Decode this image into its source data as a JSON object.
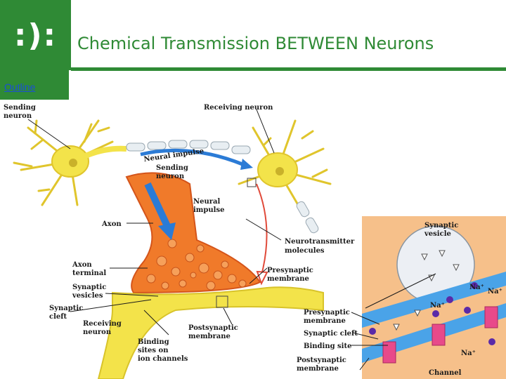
{
  "header": {
    "logo_text": ":):",
    "title": "Chemical Transmission BETWEEN Neurons",
    "outline_link": "Outline"
  },
  "labels": {
    "sending_neuron": [
      "Sending",
      "neuron"
    ],
    "receiving_neuron": "Receiving neuron",
    "neural_impulse": "Neural impulse",
    "sending_neuron_inner": [
      "Sending",
      "neuron"
    ],
    "neural_impulse_inner": [
      "Neural",
      "impulse"
    ],
    "axon": "Axon",
    "neurotransmitter": [
      "Neurotransmitter",
      "molecules"
    ],
    "axon_terminal": [
      "Axon",
      "terminal"
    ],
    "presynaptic_membrane": [
      "Presynaptic",
      "membrane"
    ],
    "synaptic_vesicles": [
      "Synaptic",
      "vesicles"
    ],
    "synaptic_cleft": [
      "Synaptic",
      "cleft"
    ],
    "receiving_neuron_inner": [
      "Receiving",
      "neuron"
    ],
    "postsynaptic_membrane": [
      "Postsynaptic",
      "membrane"
    ],
    "binding_sites": [
      "Binding",
      "sites on",
      "ion channels"
    ],
    "inset_synaptic_vesicle": [
      "Synaptic",
      "vesicle"
    ],
    "inset_presynaptic_membrane": [
      "Presynaptic",
      "membrane"
    ],
    "inset_synaptic_cleft": "Synaptic cleft",
    "inset_binding_site": "Binding site",
    "inset_postsynaptic_membrane": [
      "Postsynaptic",
      "membrane"
    ],
    "inset_channel": "Channel",
    "na_ion": "Na⁺"
  },
  "colors": {
    "brand_green": "#2f8a35",
    "neuron_yellow": "#f3e34a",
    "terminal_orange": "#f07a2a",
    "arrow_blue": "#2b7bd6",
    "inset_bg": "#f6c08a",
    "membrane_blue": "#4aa3e8",
    "channel_pink": "#e84a8a",
    "ion_purple": "#5a2aa8"
  }
}
